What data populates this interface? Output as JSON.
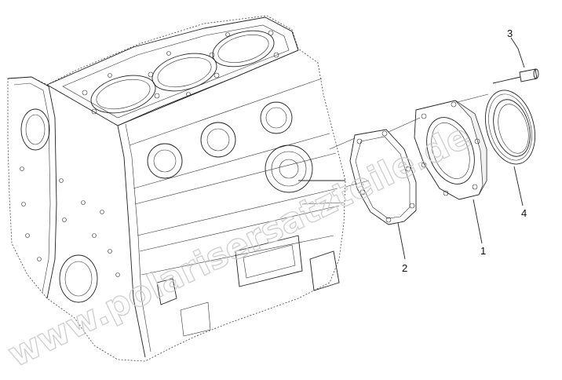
{
  "diagram": {
    "callouts": [
      {
        "id": "callout-1",
        "label": "1"
      },
      {
        "id": "callout-2",
        "label": "2"
      },
      {
        "id": "callout-3",
        "label": "3"
      },
      {
        "id": "callout-4",
        "label": "4"
      }
    ],
    "watermark": "www.polarisersatzteile.de"
  }
}
